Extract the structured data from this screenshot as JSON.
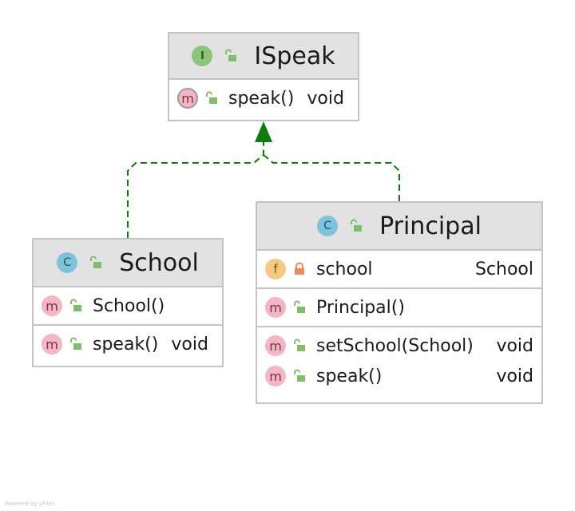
{
  "diagram": {
    "interface": {
      "badge": "I",
      "name": "ISpeak",
      "methods": [
        {
          "badge": "m",
          "name": "speak()",
          "type": "void",
          "abstract": true
        }
      ]
    },
    "school": {
      "badge": "C",
      "name": "School",
      "methods": [
        {
          "badge": "m",
          "name": "School()",
          "type": ""
        },
        {
          "badge": "m",
          "name": "speak()",
          "type": "void"
        }
      ]
    },
    "principal": {
      "badge": "C",
      "name": "Principal",
      "fields": [
        {
          "badge": "f",
          "name": "school",
          "type": "School",
          "visibility": "private"
        }
      ],
      "constructors": [
        {
          "badge": "m",
          "name": "Principal()",
          "type": ""
        }
      ],
      "methods": [
        {
          "badge": "m",
          "name": "setSchool(School)",
          "type": "void"
        },
        {
          "badge": "m",
          "name": "speak()",
          "type": "void"
        }
      ]
    },
    "relation": {
      "type": "realization",
      "color": "#0a7d0a"
    }
  },
  "colors": {
    "header_bg": "#e2e2e2",
    "border": "#c4c4c4",
    "public_icon": "#7fbf6a",
    "private_icon": "#f08a5d"
  },
  "icons": {
    "public": "unlocked-padlock-icon",
    "private": "locked-padlock-icon"
  },
  "footer": {
    "credit": "Powered by yFiles"
  }
}
